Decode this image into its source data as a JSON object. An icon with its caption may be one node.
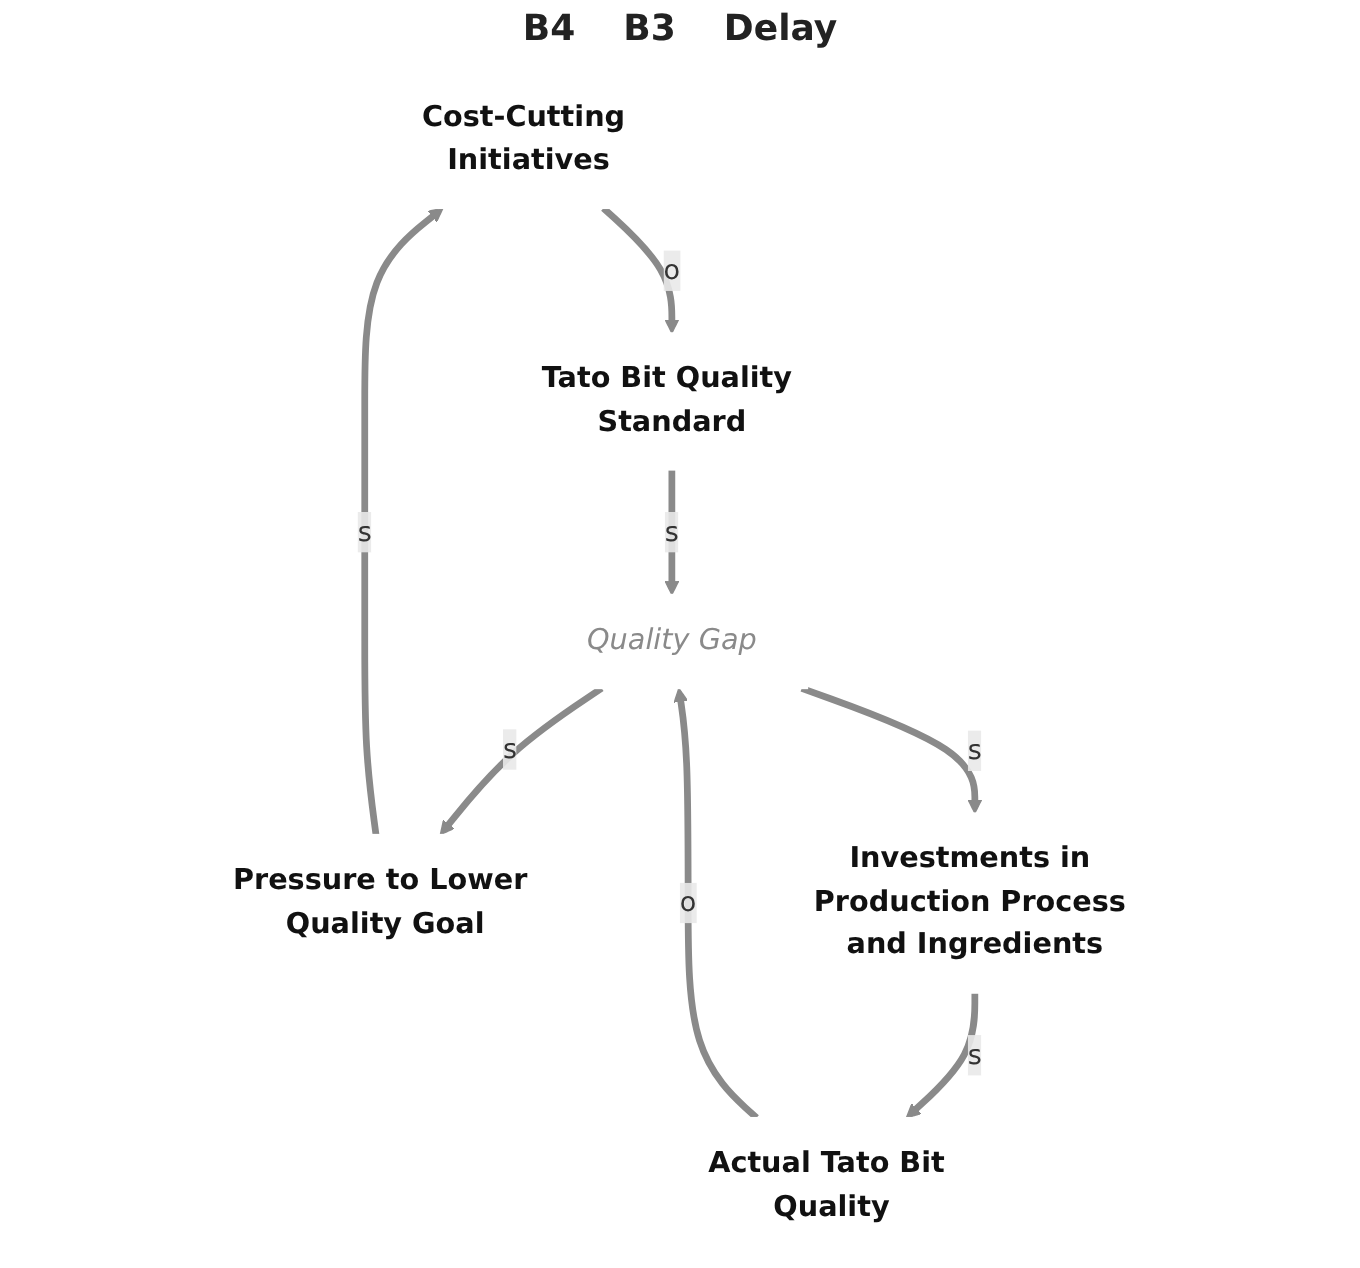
{
  "diagram": {
    "nodes": [
      {
        "text": [
          "Cost-Cutting Initiatives"
        ]
      },
      {
        "text": [
          "Tato Bit Quality Standard"
        ]
      },
      {
        "text": [
          "Pressure to Lower Quality Goal"
        ]
      },
      {
        "text": [
          "Quality Gap"
        ]
      },
      {
        "text": [
          "Actual Tato Bit Quality"
        ]
      },
      {
        "text": [
          "Investments in Production Process and Ingredients"
        ]
      }
    ],
    "edges": [
      {
        "from": 0,
        "to": 1,
        "arrow": "to",
        "label": "o"
      },
      {
        "from": 1,
        "to": 3,
        "arrow": "to",
        "label": "s"
      },
      {
        "from": 3,
        "to": 2,
        "arrow": "to",
        "label": "s"
      },
      {
        "from": 2,
        "to": 0,
        "arrow": "to",
        "label": "s"
      },
      {
        "from": 3,
        "to": 5,
        "arrow": "to",
        "label": "s"
      },
      {
        "from": 5,
        "to": 4,
        "arrow": "to",
        "label": "s"
      },
      {
        "from": 4,
        "to": 3,
        "arrow": "to",
        "label": "o"
      }
    ],
    "labels": [
      "B4",
      "B3",
      "Delay"
    ]
  }
}
